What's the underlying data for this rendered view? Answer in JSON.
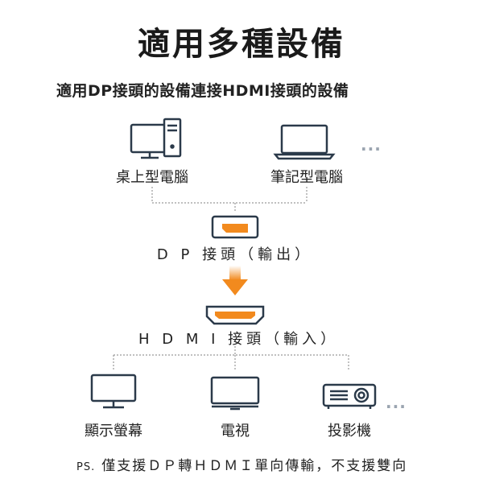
{
  "title": "適用多種設備",
  "subtitle": "適用DP接頭的設備連接HDMI接頭的設備",
  "sources": [
    {
      "label": "桌上型電腦",
      "icon": "desktop-computer-icon"
    },
    {
      "label": "筆記型電腦",
      "icon": "laptop-icon"
    }
  ],
  "source_more": "···",
  "dp_connector": {
    "label": "D P 接頭（輸出）",
    "icon": "displayport-connector-icon"
  },
  "hdmi_connector": {
    "label": "H D M I 接頭（輸入）",
    "icon": "hdmi-connector-icon"
  },
  "targets": [
    {
      "label": "顯示螢幕",
      "icon": "monitor-icon"
    },
    {
      "label": "電視",
      "icon": "tv-icon"
    },
    {
      "label": "投影機",
      "icon": "projector-icon"
    }
  ],
  "target_more": "···",
  "footnote": {
    "prefix": "PS.",
    "text": "僅支援ＤＰ轉ＨＤＭＩ單向傳輸，不支援雙向"
  },
  "colors": {
    "accent": "#f28a1e",
    "icon_stroke": "#2b3a4a",
    "dash": "#9a9a9a"
  }
}
